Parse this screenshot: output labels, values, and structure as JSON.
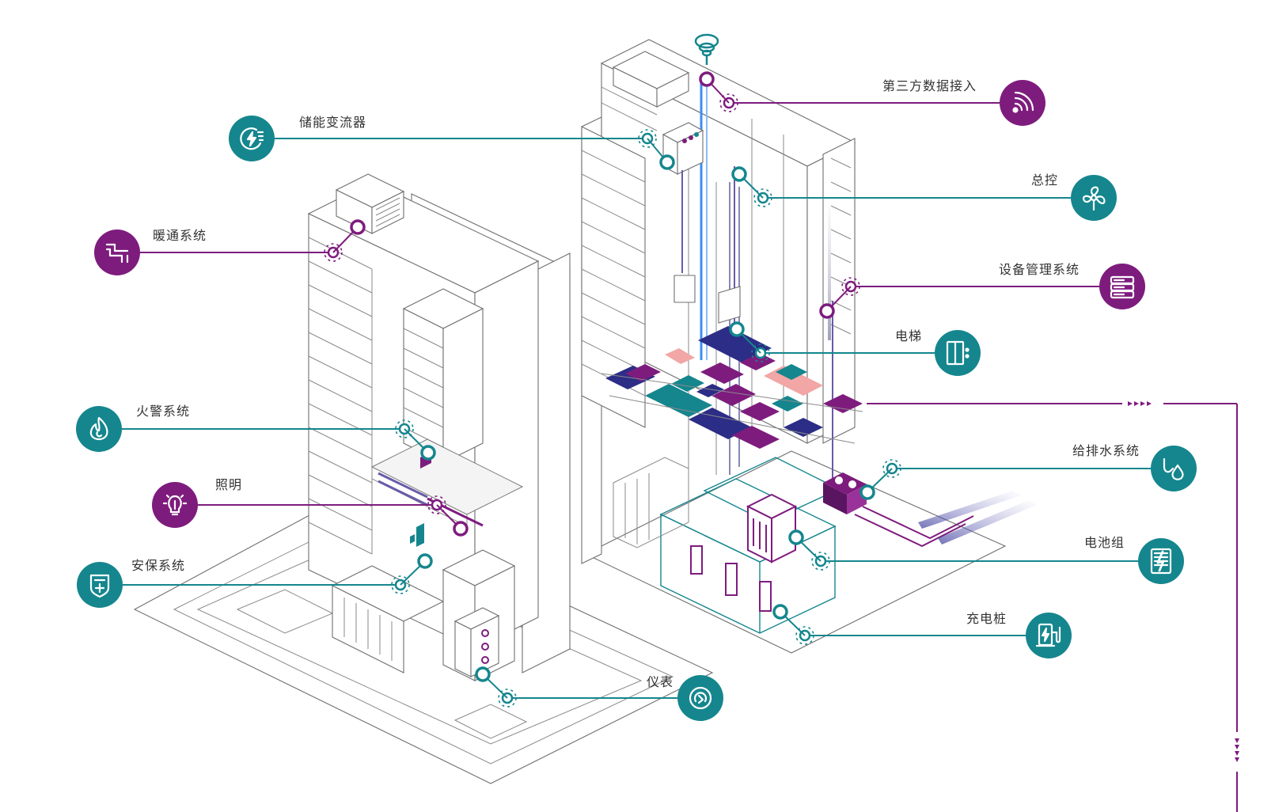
{
  "colors": {
    "teal": "#15868e",
    "purple": "#7e1c7e",
    "navy": "#2c2d86",
    "pink": "#f2a6a6",
    "blue": "#3b8ff0"
  },
  "callouts": [
    {
      "id": "storage-converter",
      "label": "储能变流器",
      "icon": "lightning-circle-icon",
      "color": "teal"
    },
    {
      "id": "hvac",
      "label": "暖通系统",
      "icon": "duct-icon",
      "color": "purple"
    },
    {
      "id": "fire-alarm",
      "label": "火警系统",
      "icon": "flame-icon",
      "color": "teal"
    },
    {
      "id": "lighting",
      "label": "照明",
      "icon": "bulb-icon",
      "color": "purple"
    },
    {
      "id": "security",
      "label": "安保系统",
      "icon": "shield-icon",
      "color": "teal"
    },
    {
      "id": "meter",
      "label": "仪表",
      "icon": "meter-icon",
      "color": "teal"
    },
    {
      "id": "third-party",
      "label": "第三方数据接入",
      "icon": "wifi-icon",
      "color": "purple"
    },
    {
      "id": "master-control",
      "label": "总控",
      "icon": "fan-icon",
      "color": "teal"
    },
    {
      "id": "equipment-mgmt",
      "label": "设备管理系统",
      "icon": "server-icon",
      "color": "purple"
    },
    {
      "id": "elevator",
      "label": "电梯",
      "icon": "elevator-icon",
      "color": "teal"
    },
    {
      "id": "water",
      "label": "给排水系统",
      "icon": "water-drop-icon",
      "color": "teal"
    },
    {
      "id": "battery",
      "label": "电池组",
      "icon": "battery-icon",
      "color": "teal"
    },
    {
      "id": "ev-charger",
      "label": "充电桩",
      "icon": "ev-charger-icon",
      "color": "teal"
    }
  ]
}
